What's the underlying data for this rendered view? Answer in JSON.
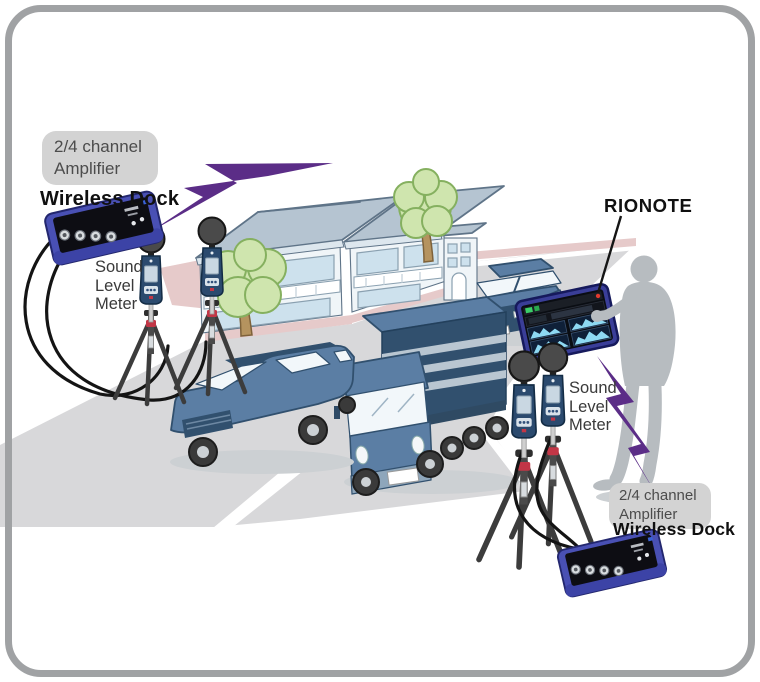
{
  "labels": {
    "amp_left": {
      "line1": "2/4 channel",
      "line2": "Amplifier"
    },
    "dock_left": "Wireless Dock",
    "slm_left": {
      "line1": "Sound",
      "line2": "Level",
      "line3": "Meter"
    },
    "rionote": "RIONOTE",
    "slm_right": {
      "line1": "Sound",
      "line2": "Level",
      "line3": "Meter"
    },
    "amp_right": {
      "line1": "2/4 channel",
      "line2": "Amplifier"
    },
    "dock_right": "Wireless Dock"
  },
  "palette": {
    "border": "#a0a2a4",
    "road": "#d8d8da",
    "sidewalk": "#e6caca",
    "stripe": "#ffffff",
    "roof": "#b5c4d1",
    "roof_edge": "#5f7488",
    "wall": "#f0f5f8",
    "wall_shade": "#dde7ee",
    "window": "#cde1ed",
    "window_frame": "#8aa0b0",
    "leaf": "#cfe5ae",
    "leaf_edge": "#85b05f",
    "trunk": "#b5935f",
    "trunk_edge": "#7e623a",
    "vehicle": "#5b7ea4",
    "vehicle_dark": "#31506e",
    "vehicle_light": "#7e9cba",
    "glass": "#f2f7fa",
    "truck_stripe": "#b9c6d1",
    "bolt": "#5b2d87",
    "slm_body": "#2b4a6e",
    "slm_dark": "#132c45",
    "slm_screen": "#c9d7e2",
    "ball": "#4a4a4a",
    "tripod": "#3c3c3c",
    "tripod_red": "#c23646",
    "silver": "#d8dcdf",
    "dock_blue": "#4950b4",
    "dock_dark": "#23276e",
    "dock_panel": "#0d0d13",
    "person": "#b7bcc0",
    "shadow": "#ccd0d3",
    "tablet_frame": "#3a3e98",
    "tablet_edge": "#161a5c",
    "screen_bg": "#0a0d13",
    "panel_bg": "#0f2038",
    "cyan": "#8ed9f2",
    "green": "#3bcf69",
    "red": "#e23a2e",
    "pill_bg": "#d3d3d3",
    "pill_text": "#4c4c4c",
    "ink": "#161616",
    "cable": "#141414"
  }
}
